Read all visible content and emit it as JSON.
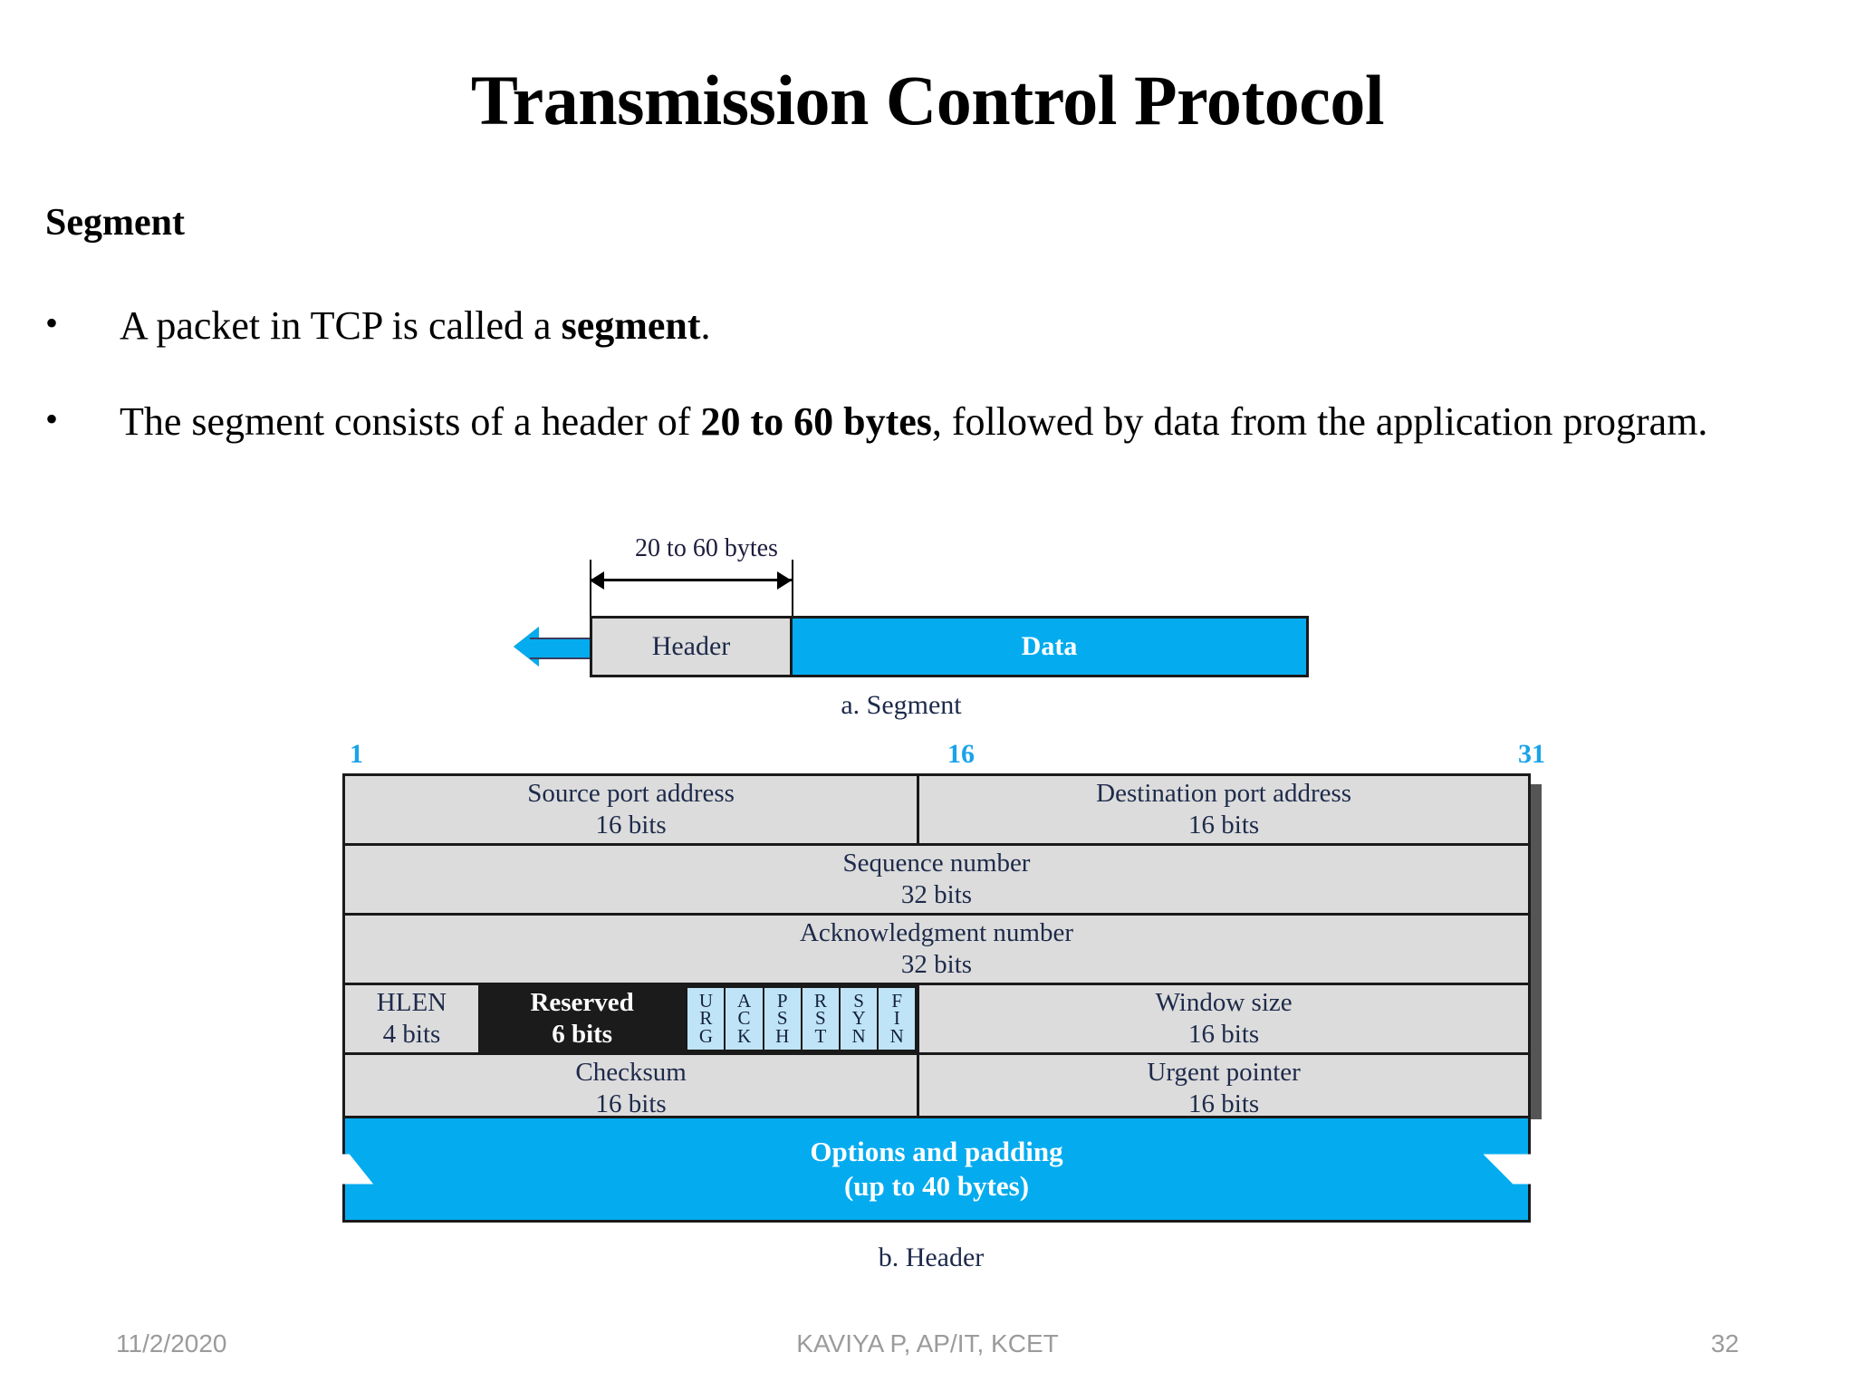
{
  "slide": {
    "title": "Transmission Control Protocol",
    "section_heading": "Segment",
    "bullet_marker": "•",
    "bullets": [
      {
        "prefix": "A packet in TCP is called a ",
        "bold": "segment",
        "suffix": "."
      },
      {
        "prefix": "The segment consists of a header of ",
        "bold": "20 to 60 bytes",
        "suffix": ", followed by data from the application program."
      }
    ]
  },
  "figure": {
    "part_a": {
      "dimension_label": "20 to 60 bytes",
      "header_box_label": "Header",
      "data_box_label": "Data",
      "caption": "a. Segment"
    },
    "part_b": {
      "bit_marks": {
        "start": "1",
        "middle": "16",
        "end": "31"
      },
      "rows": [
        {
          "cells": [
            {
              "title": "Source port address",
              "sub": "16 bits"
            },
            {
              "title": "Destination port address",
              "sub": "16 bits"
            }
          ]
        },
        {
          "cells": [
            {
              "title": "Sequence number",
              "sub": "32 bits"
            }
          ]
        },
        {
          "cells": [
            {
              "title": "Acknowledgment number",
              "sub": "32 bits"
            }
          ]
        },
        {
          "cells": [
            {
              "title": "HLEN",
              "sub": "4 bits"
            },
            {
              "title": "Reserved",
              "sub": "6 bits"
            },
            {
              "title": "Window size",
              "sub": "16 bits"
            }
          ]
        },
        {
          "cells": [
            {
              "title": "Checksum",
              "sub": "16 bits"
            },
            {
              "title": "Urgent pointer",
              "sub": "16 bits"
            }
          ]
        }
      ],
      "flags": [
        "URG",
        "ACK",
        "PSH",
        "RST",
        "SYN",
        "FIN"
      ],
      "options": {
        "title": "Options and padding",
        "sub": "(up to 40 bytes)"
      },
      "caption": "b. Header"
    }
  },
  "footer": {
    "date": "11/2/2020",
    "center": "KAVIYA P, AP/IT, KCET",
    "page": "32"
  },
  "colors": {
    "accent_blue": "#04ACEF",
    "bitmark_blue": "#1aa3ea",
    "cell_gray": "#dcdcdc",
    "reserved_black": "#1b1b1b",
    "flag_light_blue": "#bfe4f8",
    "footer_gray": "#9b9b9b"
  }
}
